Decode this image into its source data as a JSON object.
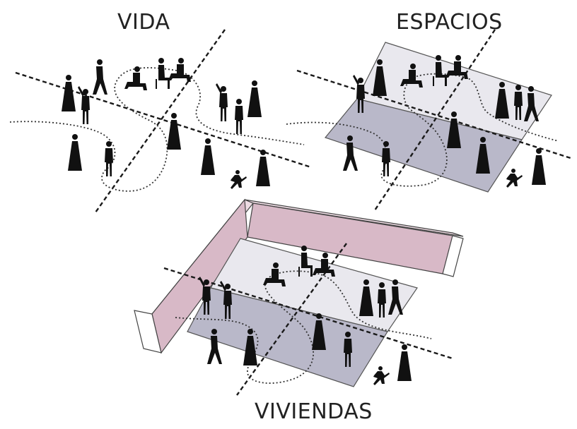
{
  "panels": {
    "vida": {
      "title": "VIDA"
    },
    "espacios": {
      "title": "ESPACIOS"
    },
    "viviendas": {
      "title": "VIVIENDAS"
    }
  },
  "colors": {
    "plane_light": "#e9e8ee",
    "plane_dark": "#b9b8c9",
    "plane_edge": "#5a5a62",
    "wall": "#d8b9c7",
    "wall_top": "#eddbe3",
    "figure": "#111111",
    "axis": "#1a1a1a"
  },
  "icons": [
    "standing-person-icon",
    "dress-person-icon",
    "seated-person-icon",
    "walking-person-icon",
    "running-child-icon"
  ]
}
